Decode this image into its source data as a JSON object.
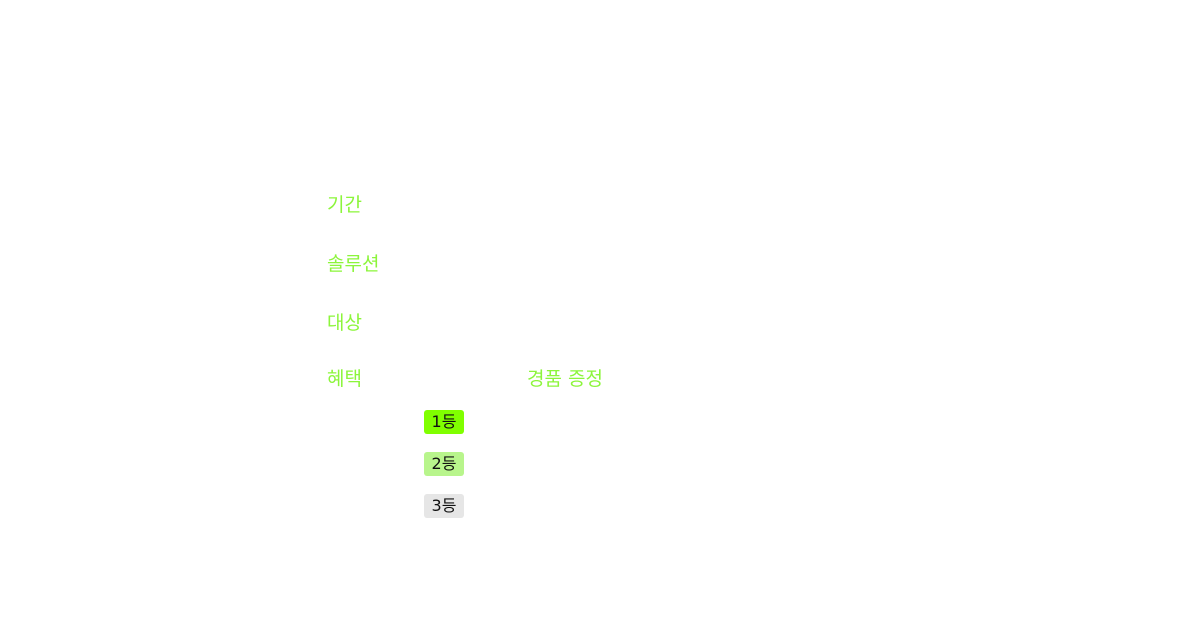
{
  "labels": {
    "period": "기간",
    "solution": "솔루션",
    "target": "대상",
    "benefit": "혜택"
  },
  "benefit": {
    "description": "경품 증정",
    "ranks": [
      "1등",
      "2등",
      "3등"
    ]
  },
  "colors": {
    "accent": "#8cf53b",
    "rank1": "#80ff00",
    "rank2": "#b8f58c",
    "rank3": "#e6e6e6"
  }
}
